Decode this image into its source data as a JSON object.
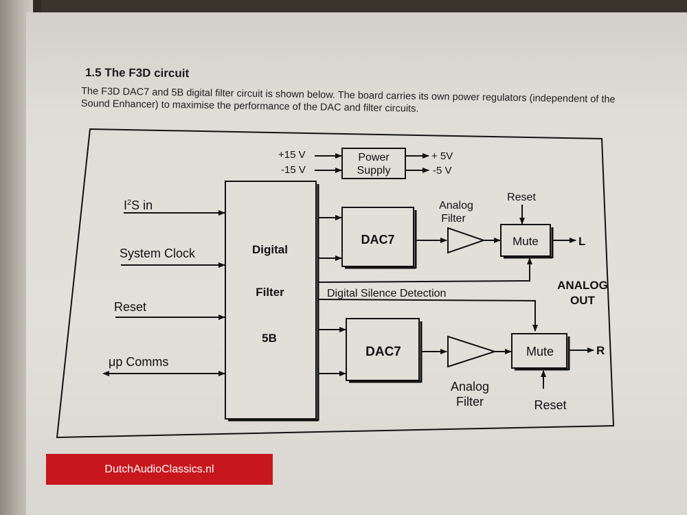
{
  "section": {
    "heading": "1.5 The F3D circuit",
    "intro": "The F3D DAC7 and 5B digital filter circuit is shown below. The board carries its own power regulators (independent of the Sound Enhancer) to maximise the performance of the DAC and filter circuits."
  },
  "diagram": {
    "power_in_pos": "+15 V",
    "power_in_neg": "-15 V",
    "power_supply_line1": "Power",
    "power_supply_line2": "Supply",
    "power_out_pos": "+ 5V",
    "power_out_neg": "-5 V",
    "input_i2s_prefix": "I",
    "input_i2s_sup": "2",
    "input_i2s_suffix": "S in",
    "input_system_clock": "System Clock",
    "input_reset": "Reset",
    "input_up_comms": "μp Comms",
    "filter_line1": "Digital",
    "filter_line2": "Filter",
    "filter_line3": "5B",
    "dac_top": "DAC7",
    "dac_bottom": "DAC7",
    "analog_filter_top_line1": "Analog",
    "analog_filter_top_line2": "Filter",
    "analog_filter_bottom_line1": "Analog",
    "analog_filter_bottom_line2": "Filter",
    "mute_top": "Mute",
    "mute_bottom": "Mute",
    "reset_top": "Reset",
    "reset_bottom": "Reset",
    "output_left": "L",
    "output_right": "R",
    "analog_out_line1": "ANALOG",
    "analog_out_line2": "OUT",
    "digital_silence_detection": "Digital Silence Detection"
  },
  "watermark": "DutchAudioClassics.nl"
}
